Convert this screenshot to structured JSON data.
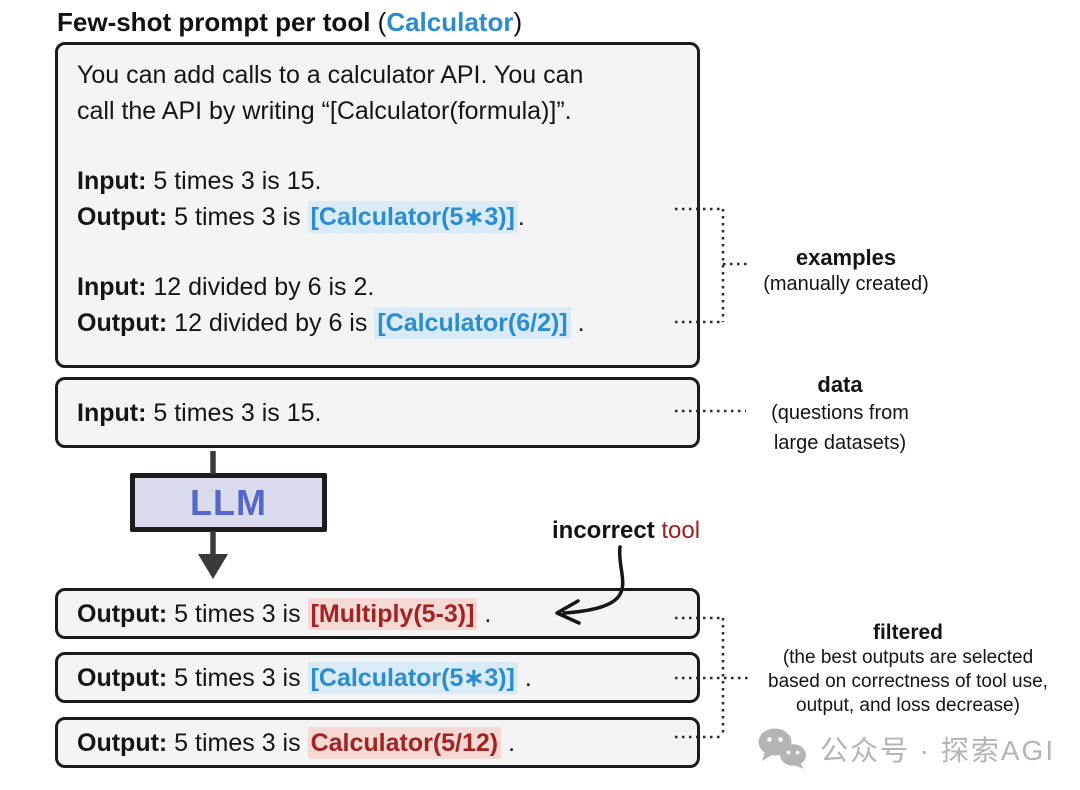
{
  "title": {
    "main": "Few-shot prompt per tool",
    "paren_open": " (",
    "tool": "Calculator",
    "paren_close": ")"
  },
  "prompt_box": {
    "lines": [
      [
        {
          "t": "You can add calls to a calculator API. You can",
          "s": "n"
        }
      ],
      [
        {
          "t": "call the API by writing “[Calculator(formula)]”.",
          "s": "n"
        }
      ],
      [],
      [
        {
          "t": "Input:",
          "s": "b"
        },
        {
          "t": " 5 times 3 is 15.",
          "s": "n"
        }
      ],
      [
        {
          "t": "Output:",
          "s": "b"
        },
        {
          "t": " 5 times 3 is ",
          "s": "n"
        },
        {
          "t": "[Calculator(5∗3)]",
          "s": "hb"
        },
        {
          "t": ".",
          "s": "n"
        }
      ],
      [],
      [
        {
          "t": "Input:",
          "s": "b"
        },
        {
          "t": " 12 divided by 6 is 2.",
          "s": "n"
        }
      ],
      [
        {
          "t": "Output:",
          "s": "b"
        },
        {
          "t": " 12 divided by 6 is ",
          "s": "n"
        },
        {
          "t": "[Calculator(6/2)]",
          "s": "hb"
        },
        {
          "t": " .",
          "s": "n"
        }
      ]
    ]
  },
  "data_box": {
    "line": [
      {
        "t": "Input:",
        "s": "b"
      },
      {
        "t": " 5 times 3 is 15.",
        "s": "n"
      }
    ]
  },
  "llm": {
    "label": "LLM"
  },
  "incorrect_label": {
    "parts": [
      {
        "t": "incorrect",
        "s": "b"
      },
      {
        "t": " tool",
        "s": "r"
      }
    ]
  },
  "output_boxes": [
    {
      "line": [
        {
          "t": "Output:",
          "s": "b"
        },
        {
          "t": " 5 times 3 is ",
          "s": "n"
        },
        {
          "t": "[Multiply(5-3)]",
          "s": "hr"
        },
        {
          "t": " .",
          "s": "n"
        }
      ]
    },
    {
      "line": [
        {
          "t": "Output:",
          "s": "b"
        },
        {
          "t": " 5 times 3 is ",
          "s": "n"
        },
        {
          "t": "[Calculator(5∗3)]",
          "s": "hb"
        },
        {
          "t": " .",
          "s": "n"
        }
      ]
    },
    {
      "line": [
        {
          "t": "Output:",
          "s": "b"
        },
        {
          "t": " 5 times 3 is ",
          "s": "n"
        },
        {
          "t": "Calculator(5/12)",
          "s": "hr"
        },
        {
          "t": " .",
          "s": "n"
        }
      ]
    }
  ],
  "annotations": {
    "examples": {
      "title": "examples",
      "line1": "(manually created)"
    },
    "data": {
      "title": "data",
      "line1": "(questions from",
      "line2": "large datasets)"
    },
    "filtered": {
      "title": "filtered",
      "line1": "(the best outputs are selected",
      "line2": "based on correctness of tool use,",
      "line3": "output, and loss decrease)"
    }
  },
  "watermark": {
    "icon": "wechat-icon",
    "text": "公众号 · 探索AGI"
  },
  "colors": {
    "accent_blue": "#2b8dcd",
    "hl_blue_bg": "#d9eaf8",
    "dark_red": "#a32222",
    "hl_red_bg": "#f6d9d5",
    "tool_red": "#9d2020",
    "llm_text": "#5667cb",
    "llm_bg": "#dadcee",
    "box_bg": "#f4f4f4",
    "border_c": "#1b1b1b",
    "arrow_c": "#3a3a3a",
    "watermark_c": "#b4b4b4"
  }
}
